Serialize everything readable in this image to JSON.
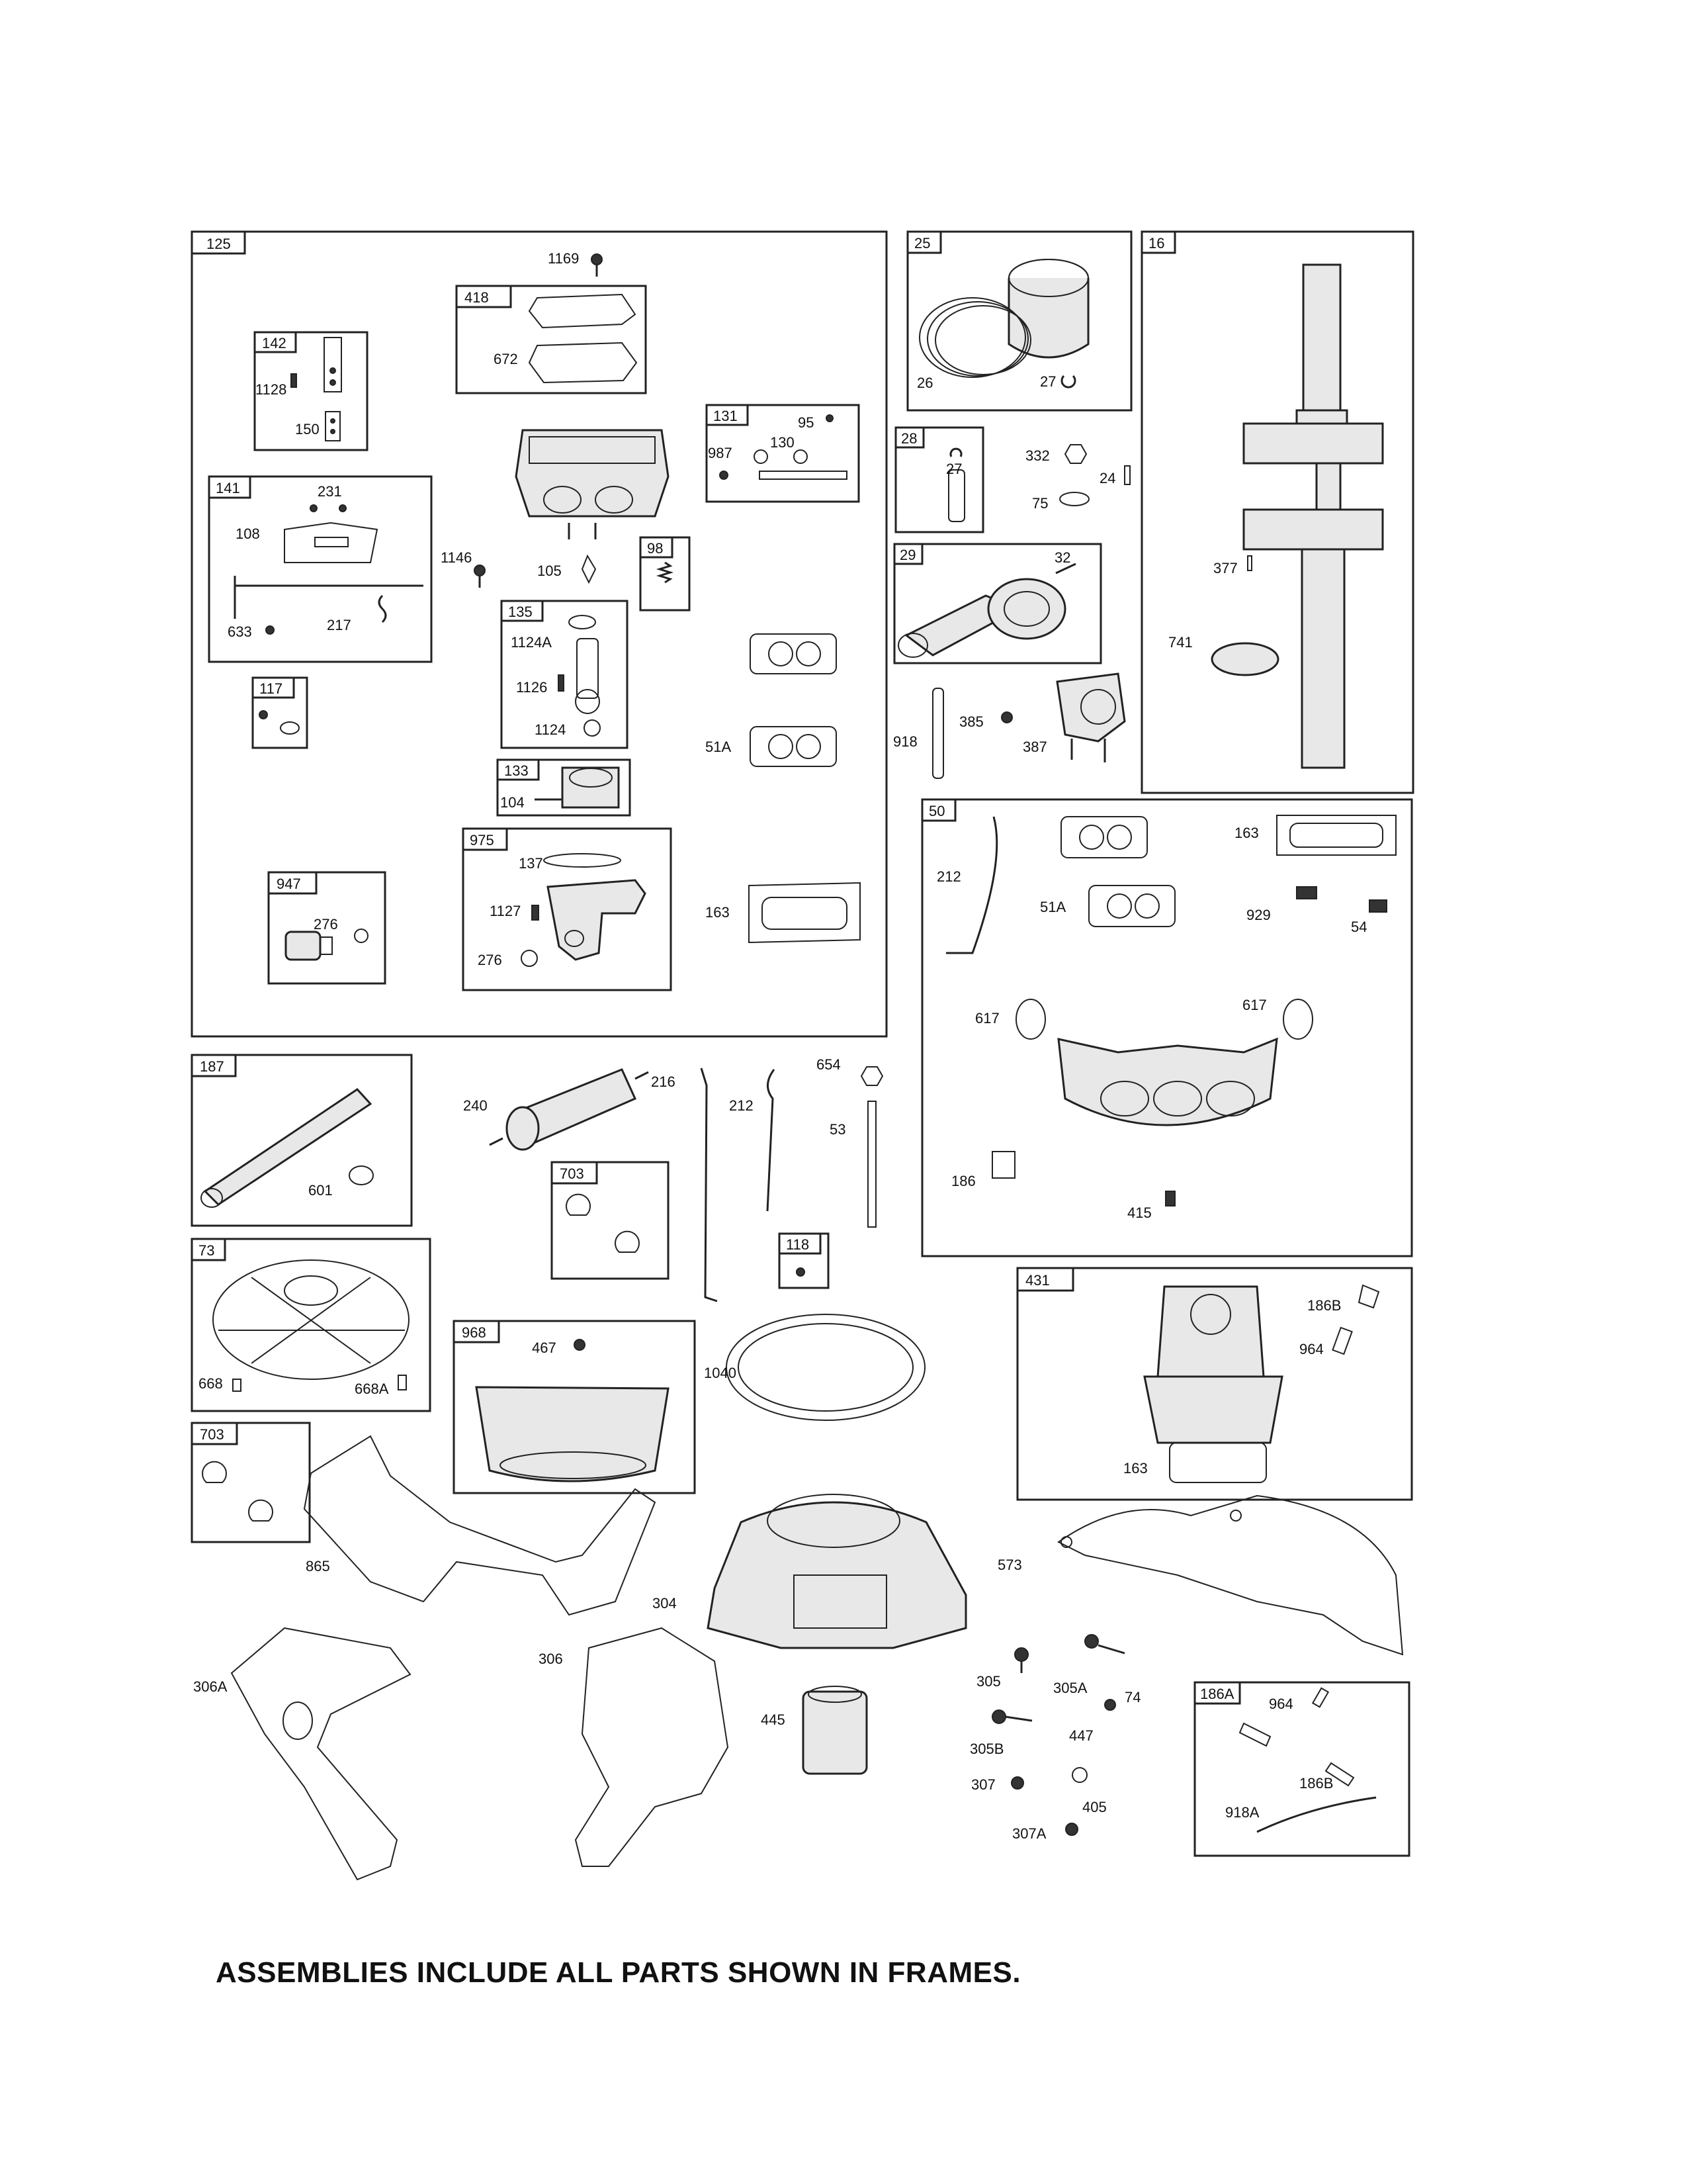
{
  "frames": [
    {
      "id": "125",
      "tag": "125"
    },
    {
      "id": "142",
      "tag": "142"
    },
    {
      "id": "418",
      "tag": "418"
    },
    {
      "id": "131",
      "tag": "131"
    },
    {
      "id": "141",
      "tag": "141"
    },
    {
      "id": "98",
      "tag": "98"
    },
    {
      "id": "135",
      "tag": "135"
    },
    {
      "id": "117",
      "tag": "117"
    },
    {
      "id": "133",
      "tag": "133"
    },
    {
      "id": "975",
      "tag": "975"
    },
    {
      "id": "947",
      "tag": "947"
    },
    {
      "id": "25",
      "tag": "25"
    },
    {
      "id": "16",
      "tag": "16"
    },
    {
      "id": "28",
      "tag": "28"
    },
    {
      "id": "29",
      "tag": "29"
    },
    {
      "id": "50",
      "tag": "50"
    },
    {
      "id": "187",
      "tag": "187"
    },
    {
      "id": "703a",
      "tag": "703"
    },
    {
      "id": "118",
      "tag": "118"
    },
    {
      "id": "73",
      "tag": "73"
    },
    {
      "id": "968",
      "tag": "968"
    },
    {
      "id": "703b",
      "tag": "703"
    },
    {
      "id": "431",
      "tag": "431"
    },
    {
      "id": "186A",
      "tag": "186A"
    }
  ],
  "labels": [
    "1169",
    "672",
    "1128",
    "150",
    "95",
    "987",
    "130",
    "231",
    "108",
    "1146",
    "105",
    "633",
    "217",
    "1124A",
    "1126",
    "1124",
    "51A",
    "104",
    "137",
    "1127",
    "276",
    "276",
    "163",
    "26",
    "27",
    "27",
    "332",
    "24",
    "75",
    "32",
    "377",
    "741",
    "918",
    "385",
    "387",
    "212",
    "163",
    "51A",
    "929",
    "54",
    "617",
    "617",
    "186",
    "415",
    "240",
    "216",
    "212",
    "654",
    "53",
    "601",
    "668",
    "668A",
    "467",
    "1040",
    "865",
    "304",
    "573",
    "306A",
    "306",
    "445",
    "305",
    "305A",
    "74",
    "447",
    "305B",
    "307",
    "405",
    "307A",
    "186B",
    "964",
    "163",
    "964",
    "186B",
    "918A"
  ],
  "footer": "ASSEMBLIES INCLUDE ALL PARTS SHOWN IN FRAMES."
}
